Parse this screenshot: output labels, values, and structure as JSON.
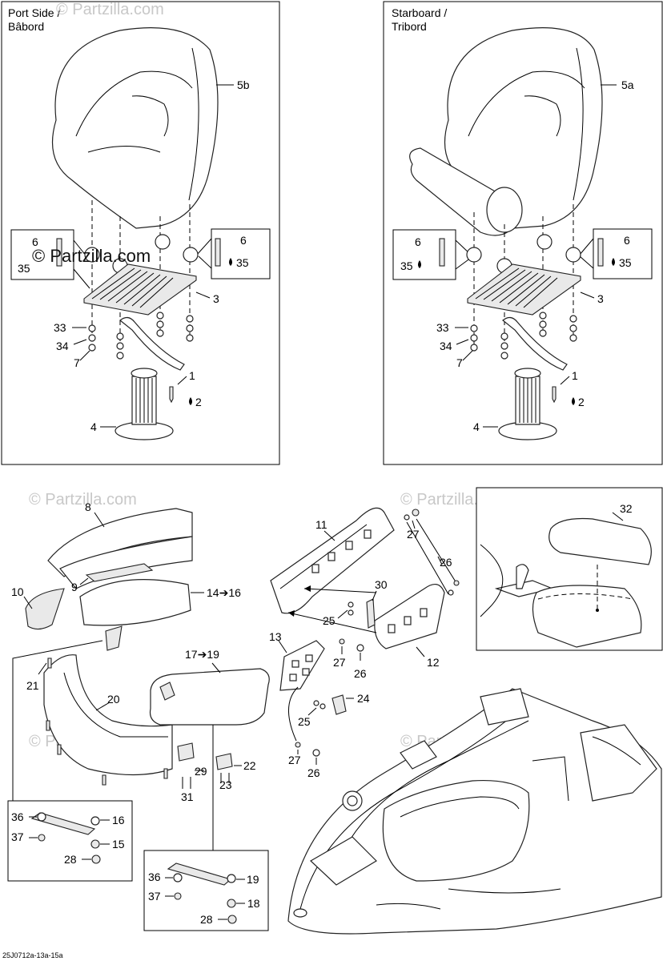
{
  "panels": {
    "port_title": [
      "Port Side /",
      "Bâbord"
    ],
    "starboard_title": [
      "Starboard /",
      "Tribord"
    ]
  },
  "callouts_port": [
    "5b",
    "6",
    "35",
    "6",
    "35",
    "3",
    "33",
    "34",
    "7",
    "1",
    "2",
    "4"
  ],
  "callouts_starboard": [
    "5a",
    "6",
    "35",
    "6",
    "35",
    "3",
    "33",
    "34",
    "7",
    "1",
    "2",
    "4"
  ],
  "callouts_bottom": [
    "8",
    "9",
    "10",
    "14",
    "16",
    "11",
    "27",
    "26",
    "30",
    "25",
    "12",
    "32",
    "13",
    "27",
    "26",
    "17",
    "19",
    "20",
    "21",
    "24",
    "25",
    "27",
    "26",
    "29",
    "22",
    "31",
    "23",
    "36",
    "16",
    "37",
    "15",
    "28",
    "36",
    "19",
    "37",
    "18",
    "28"
  ],
  "arrow_glyph": "➔",
  "watermark": "© Partzilla.com",
  "reference_code": "25J0712a-13a-15a",
  "colors": {
    "ink": "#000000",
    "watermark": "#c8c8c8"
  }
}
